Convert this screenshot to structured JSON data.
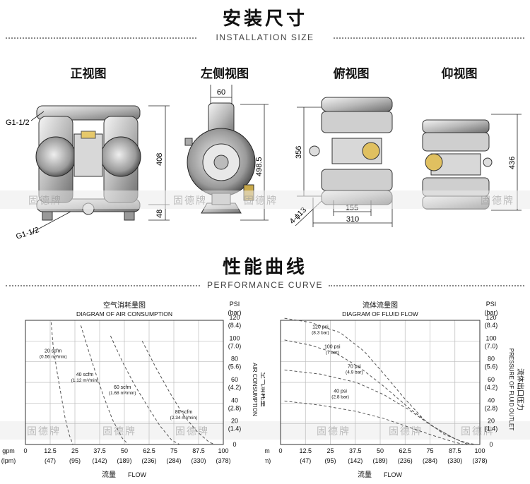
{
  "install": {
    "title": "安装尺寸",
    "subtitle": "INSTALLATION SIZE",
    "views": [
      "正视图",
      "左侧视图",
      "俯视图",
      "仰视图"
    ],
    "dims": {
      "g_top": "G1-1/2",
      "g_bottom": "G1-1/2",
      "h408": "408",
      "h48": "48",
      "w60": "60",
      "h498": "498.5",
      "h356": "356",
      "w155": "155",
      "w310": "310",
      "holes": "4-ϕ13",
      "h436": "436"
    }
  },
  "perf": {
    "title": "性能曲线",
    "subtitle": "PERFORMANCE CURVE"
  },
  "watermark": "固德牌",
  "chart_data": [
    {
      "type": "line",
      "title_cn": "空气消耗量图",
      "title": "DIAGRAM OF AIR CONSUMPTION",
      "ylabel_cn": "空气消耗量",
      "ylabel": "AIR CONSUMPTION",
      "xlabel_cn": "流量",
      "xlabel": "FLOW",
      "x_unit": "gpm",
      "x_unit2": "(lpm)",
      "y_unit": "PSI",
      "y_unit2": "(bar)",
      "xlim": [
        0,
        100
      ],
      "ylim": [
        0,
        120
      ],
      "grid": true,
      "x_ticks": [
        "0",
        "12.5",
        "25",
        "37.5",
        "50",
        "62.5",
        "75",
        "87.5",
        "100"
      ],
      "x_ticks2": [
        "",
        "(47)",
        "(95)",
        "(142)",
        "(189)",
        "(236)",
        "(284)",
        "(330)",
        "(378)"
      ],
      "y_ticks": [
        "0",
        "20",
        "40",
        "60",
        "80",
        "100",
        "120"
      ],
      "y_ticks2": [
        "",
        "(1.4)",
        "(2.8)",
        "(4.2)",
        "(5.6)",
        "(7.0)",
        "(8.4)"
      ],
      "series": [
        {
          "name": "20 scfm",
          "sub": "(0.56 m³/min)",
          "points": [
            [
              13,
              118
            ],
            [
              14,
              95
            ],
            [
              16,
              70
            ],
            [
              18,
              48
            ],
            [
              20,
              26
            ],
            [
              22,
              10
            ],
            [
              24,
              0
            ]
          ]
        },
        {
          "name": "40 scfm",
          "sub": "(1.12 m³/min)",
          "points": [
            [
              28,
              115
            ],
            [
              32,
              90
            ],
            [
              36,
              66
            ],
            [
              40,
              44
            ],
            [
              44,
              24
            ],
            [
              49,
              6
            ],
            [
              52,
              0
            ]
          ]
        },
        {
          "name": "60 scfm",
          "sub": "(1.68 m³/min)",
          "points": [
            [
              43,
              105
            ],
            [
              49,
              80
            ],
            [
              55,
              58
            ],
            [
              62,
              36
            ],
            [
              68,
              18
            ],
            [
              74,
              4
            ],
            [
              78,
              0
            ]
          ]
        },
        {
          "name": "80 scfm",
          "sub": "(2.34 m³/min)",
          "points": [
            [
              59,
              100
            ],
            [
              66,
              74
            ],
            [
              73,
              50
            ],
            [
              80,
              28
            ],
            [
              87,
              12
            ],
            [
              93,
              2
            ],
            [
              96,
              0
            ]
          ]
        }
      ]
    },
    {
      "type": "line",
      "title_cn": "流体流量图",
      "title": "DIAGRAM OF FLUID FLOW",
      "ylabel_cn": "流体出口压力",
      "ylabel": "PRESSURE OF FLUID OUTLET",
      "xlabel_cn": "流量",
      "xlabel": "FLOW",
      "x_unit": "gpm",
      "x_unit2": "(lpm)",
      "y_unit": "PSI",
      "y_unit2": "(bar)",
      "xlim": [
        0,
        100
      ],
      "ylim": [
        0,
        120
      ],
      "grid": true,
      "x_ticks": [
        "0",
        "12.5",
        "25",
        "37.5",
        "50",
        "62.5",
        "75",
        "87.5",
        "100"
      ],
      "x_ticks2": [
        "",
        "(47)",
        "(95)",
        "(142)",
        "(189)",
        "(236)",
        "(284)",
        "(330)",
        "(378)"
      ],
      "y_ticks": [
        "0",
        "20",
        "40",
        "60",
        "80",
        "100",
        "120"
      ],
      "y_ticks2": [
        "",
        "(1.4)",
        "(2.8)",
        "(4.2)",
        "(5.6)",
        "(7.0)",
        "(8.4)"
      ],
      "series": [
        {
          "name": "120 psi",
          "sub": "(8.3 bar)",
          "points": [
            [
              2,
              122
            ],
            [
              15,
              118
            ],
            [
              30,
              108
            ],
            [
              42,
              90
            ],
            [
              52,
              68
            ],
            [
              62,
              45
            ],
            [
              72,
              24
            ],
            [
              82,
              10
            ],
            [
              92,
              2
            ],
            [
              98,
              0
            ]
          ]
        },
        {
          "name": "100 psi",
          "sub": "(7 bar)",
          "points": [
            [
              2,
              101
            ],
            [
              15,
              96
            ],
            [
              28,
              88
            ],
            [
              40,
              74
            ],
            [
              52,
              56
            ],
            [
              64,
              36
            ],
            [
              76,
              18
            ],
            [
              88,
              5
            ],
            [
              96,
              0
            ]
          ]
        },
        {
          "name": "70 psi",
          "sub": "(4.9 bar)",
          "points": [
            [
              2,
              72
            ],
            [
              20,
              68
            ],
            [
              38,
              60
            ],
            [
              52,
              48
            ],
            [
              64,
              34
            ],
            [
              76,
              18
            ],
            [
              86,
              7
            ],
            [
              94,
              0
            ]
          ]
        },
        {
          "name": "40 psi",
          "sub": "(2.8 bar)",
          "points": [
            [
              2,
              42
            ],
            [
              20,
              38
            ],
            [
              38,
              32
            ],
            [
              52,
              25
            ],
            [
              64,
              17
            ],
            [
              76,
              9
            ],
            [
              86,
              3
            ],
            [
              92,
              0
            ]
          ]
        }
      ]
    }
  ]
}
